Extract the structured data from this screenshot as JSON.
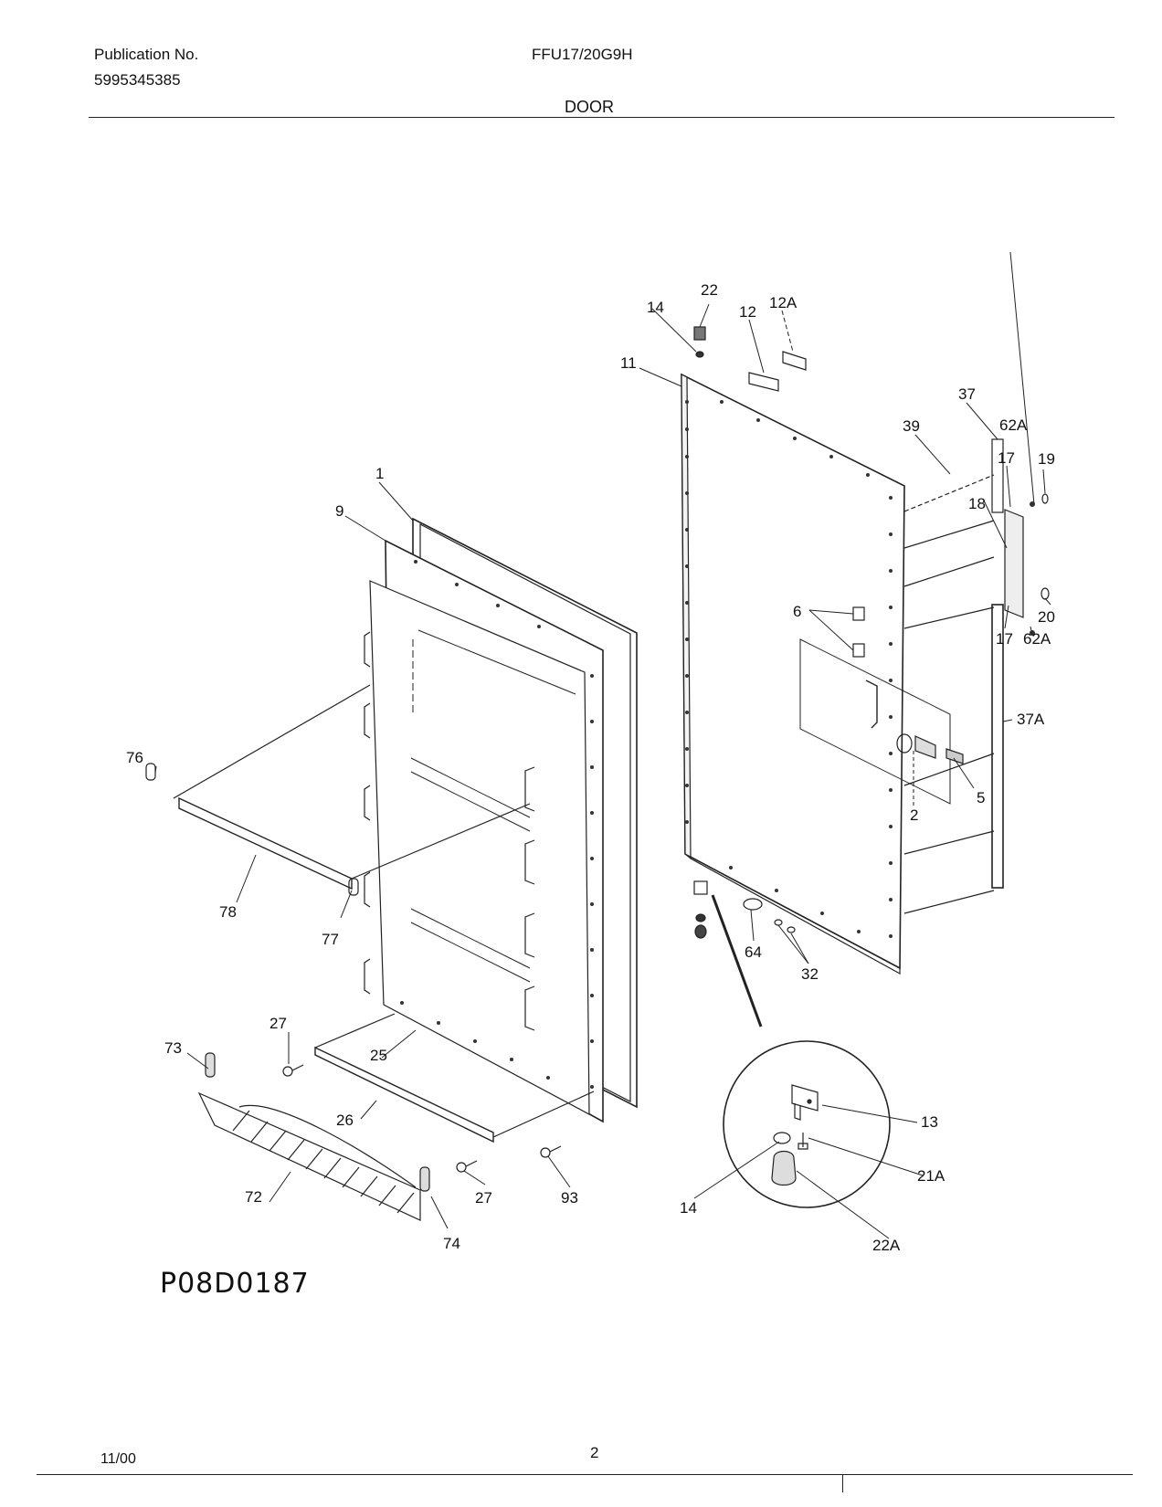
{
  "header": {
    "publication_label": "Publication No.",
    "publication_number": "5995345385",
    "model": "FFU17/20G9H",
    "section": "DOOR"
  },
  "callouts": [
    "22",
    "14",
    "12",
    "12A",
    "11",
    "37",
    "39",
    "62A",
    "19",
    "1",
    "9",
    "17",
    "18",
    "20",
    "17",
    "62A",
    "6",
    "37A",
    "76",
    "5",
    "2",
    "78",
    "77",
    "64",
    "32",
    "73",
    "27",
    "25",
    "26",
    "13",
    "21A",
    "72",
    "27",
    "93",
    "14",
    "74",
    "22A"
  ],
  "drawing_id": "P08D0187",
  "footer": {
    "date": "11/00",
    "page": "2"
  }
}
